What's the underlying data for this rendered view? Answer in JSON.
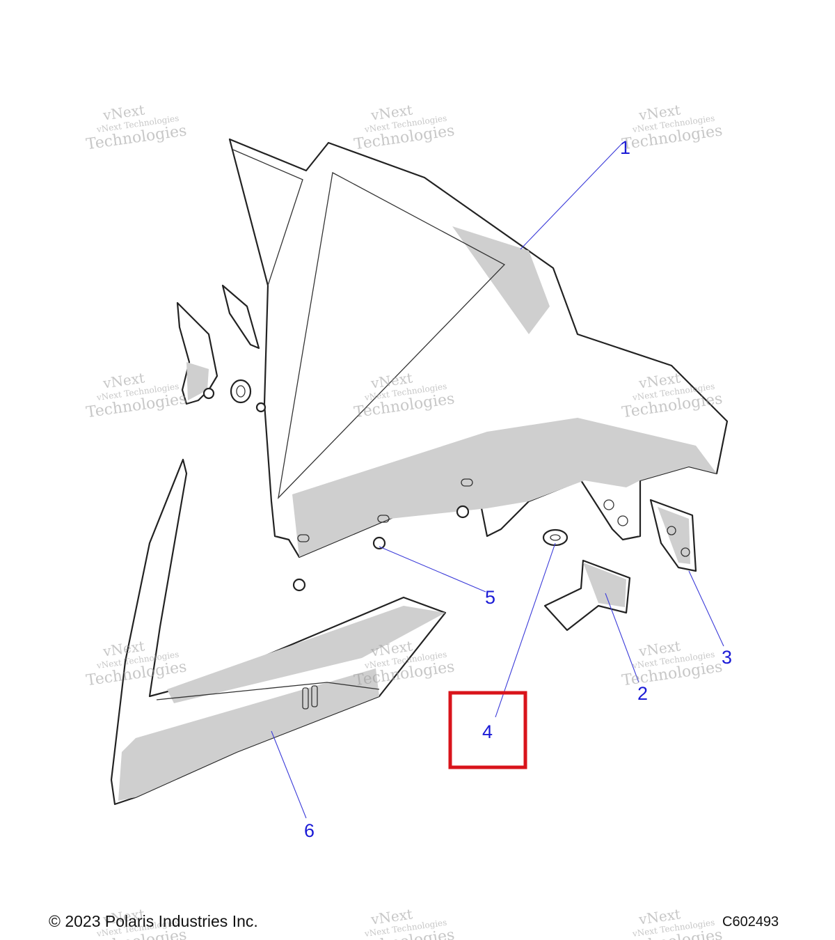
{
  "footer": {
    "copyright": "© 2023 Polaris Industries Inc.",
    "figure_id": "C602493"
  },
  "watermark": {
    "line1": "vNext",
    "line2": "vNext Technologies",
    "line3": "Technologies"
  },
  "callouts": [
    "1",
    "2",
    "3",
    "4",
    "5",
    "6"
  ],
  "highlight": {
    "callout": "4",
    "color": "#d9141b"
  },
  "colors": {
    "callout": "#1a1ad6",
    "leader": "#3b3bd9",
    "shade": "#cfcfcf"
  }
}
